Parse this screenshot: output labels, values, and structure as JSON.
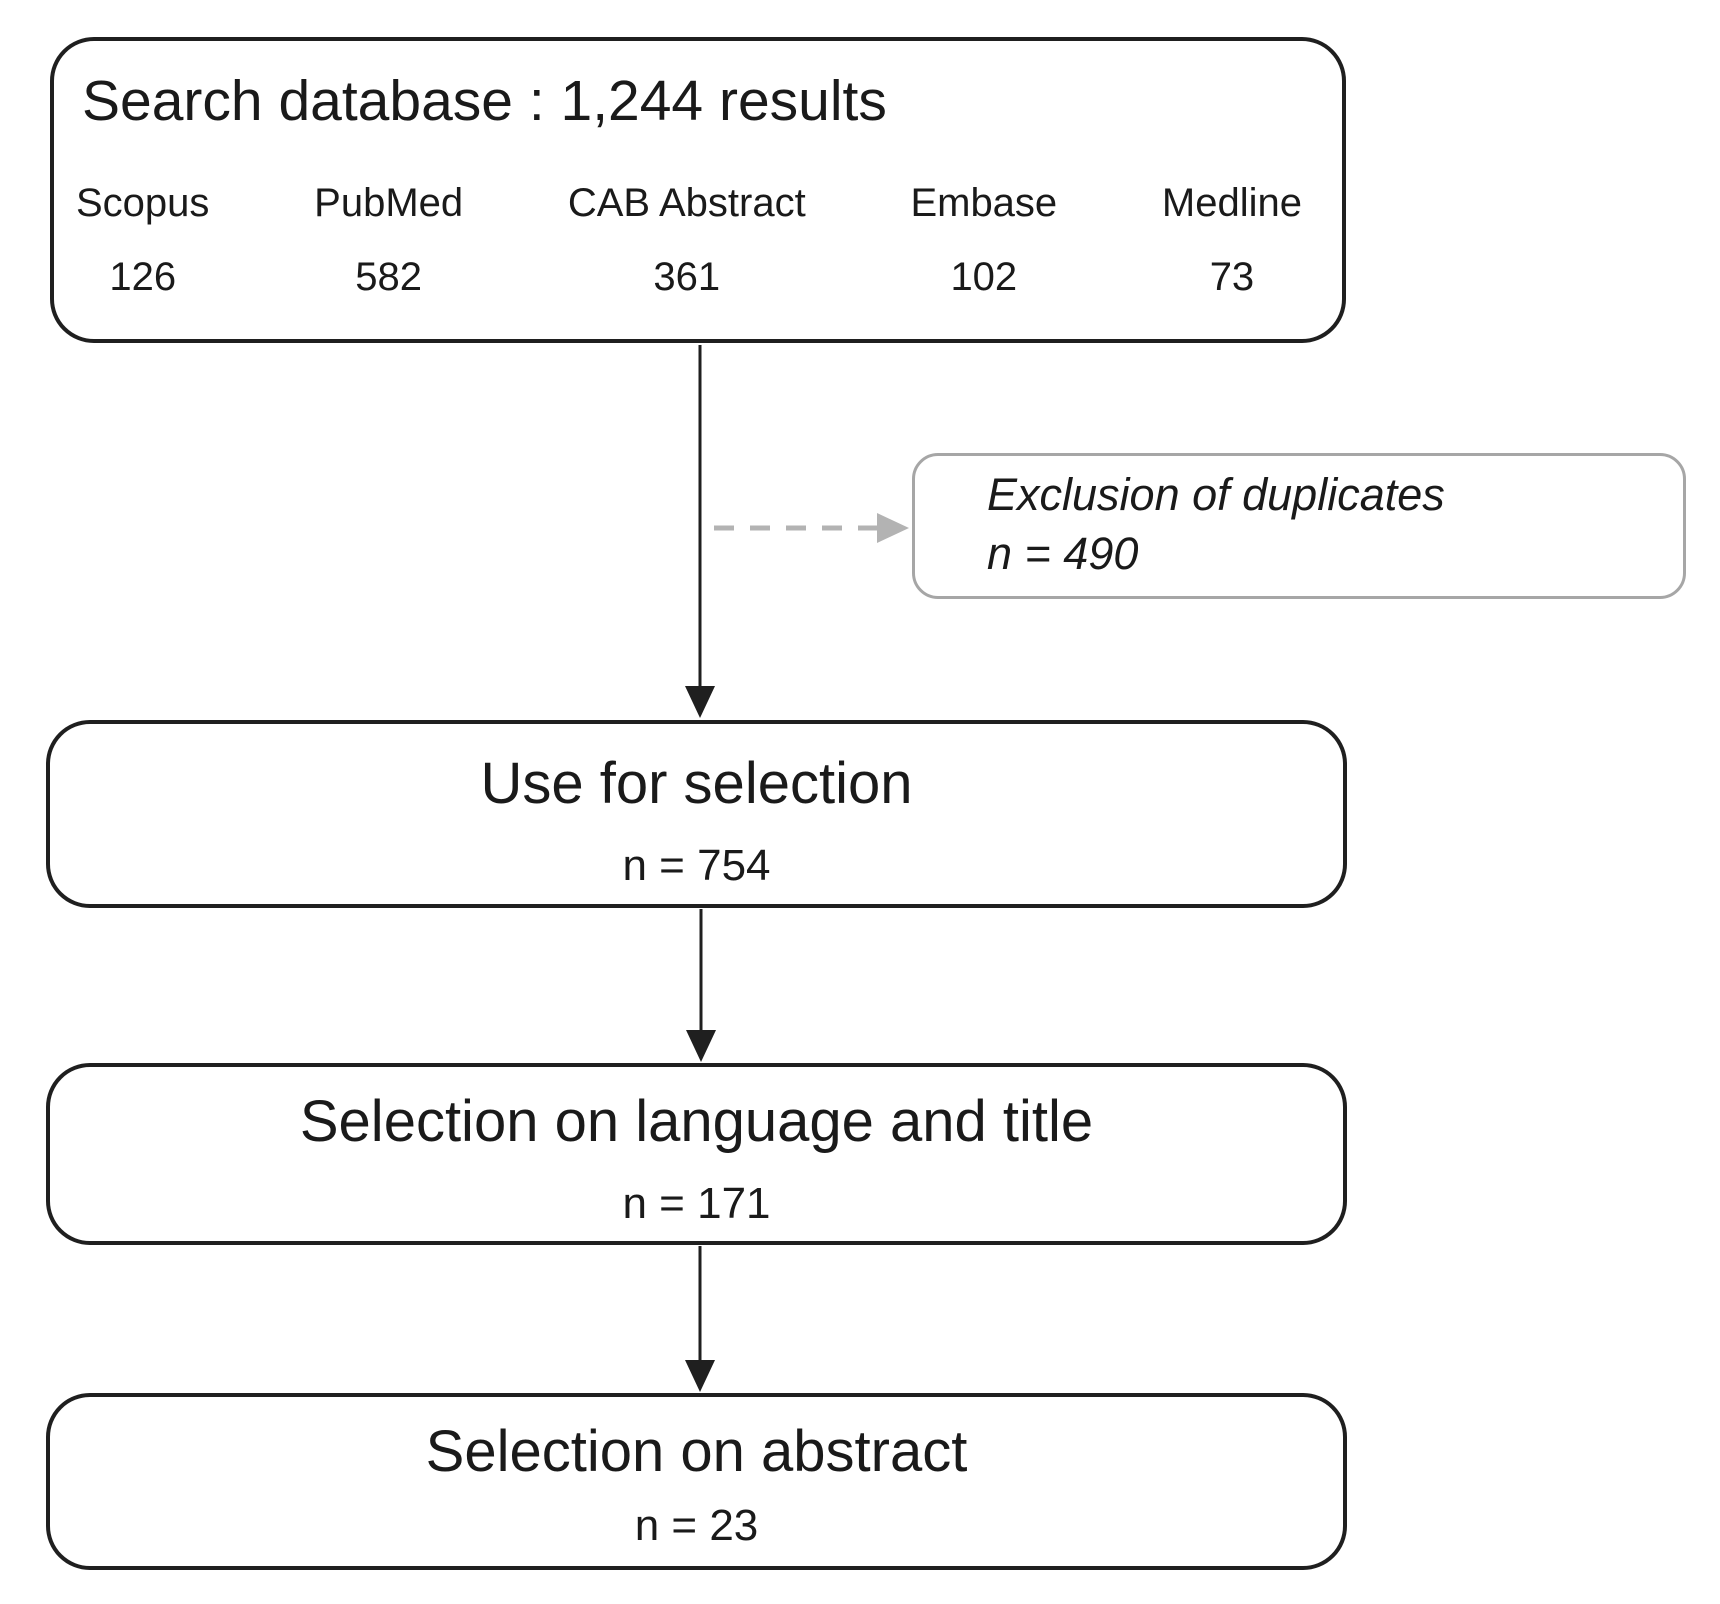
{
  "search_box": {
    "title": "Search database : 1,244 results",
    "databases": [
      {
        "name": "Scopus",
        "count": "126"
      },
      {
        "name": "PubMed",
        "count": "582"
      },
      {
        "name": "CAB Abstract",
        "count": "361"
      },
      {
        "name": "Embase",
        "count": "102"
      },
      {
        "name": "Medline",
        "count": "73"
      }
    ]
  },
  "exclusion_box": {
    "label": "Exclusion of duplicates",
    "value": "n = 490"
  },
  "steps": [
    {
      "label": "Use for selection",
      "value": "n = 754"
    },
    {
      "label": "Selection on language and title",
      "value": "n = 171"
    },
    {
      "label": "Selection on abstract",
      "value": "n = 23"
    }
  ],
  "colors": {
    "box_border": "#1f1f1f",
    "exclusion_border": "#a6a6a6",
    "dashed_arrow": "#b3b3b3",
    "text": "#1a1a1a",
    "background": "#ffffff"
  }
}
